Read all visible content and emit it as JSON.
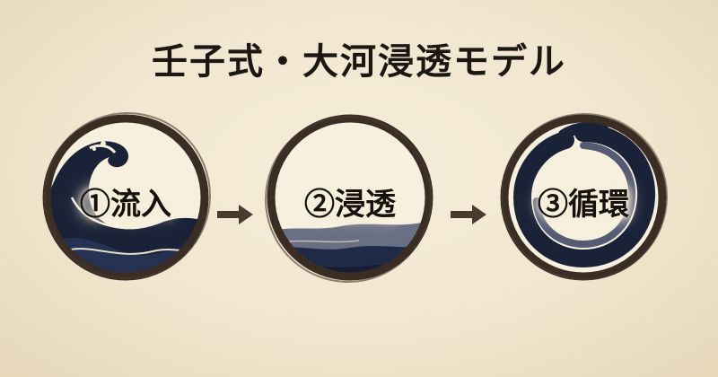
{
  "title": "壬子式・大河浸透モデル",
  "stages": [
    {
      "label": "①流入",
      "icon": "great-wave-icon"
    },
    {
      "label": "②浸透",
      "icon": "calm-waves-icon"
    },
    {
      "label": "③循環",
      "icon": "ink-swirl-icon"
    }
  ],
  "colors": {
    "ink": "#1a2238",
    "ring": "#3a2e24",
    "paper": "#f2e8d3"
  }
}
